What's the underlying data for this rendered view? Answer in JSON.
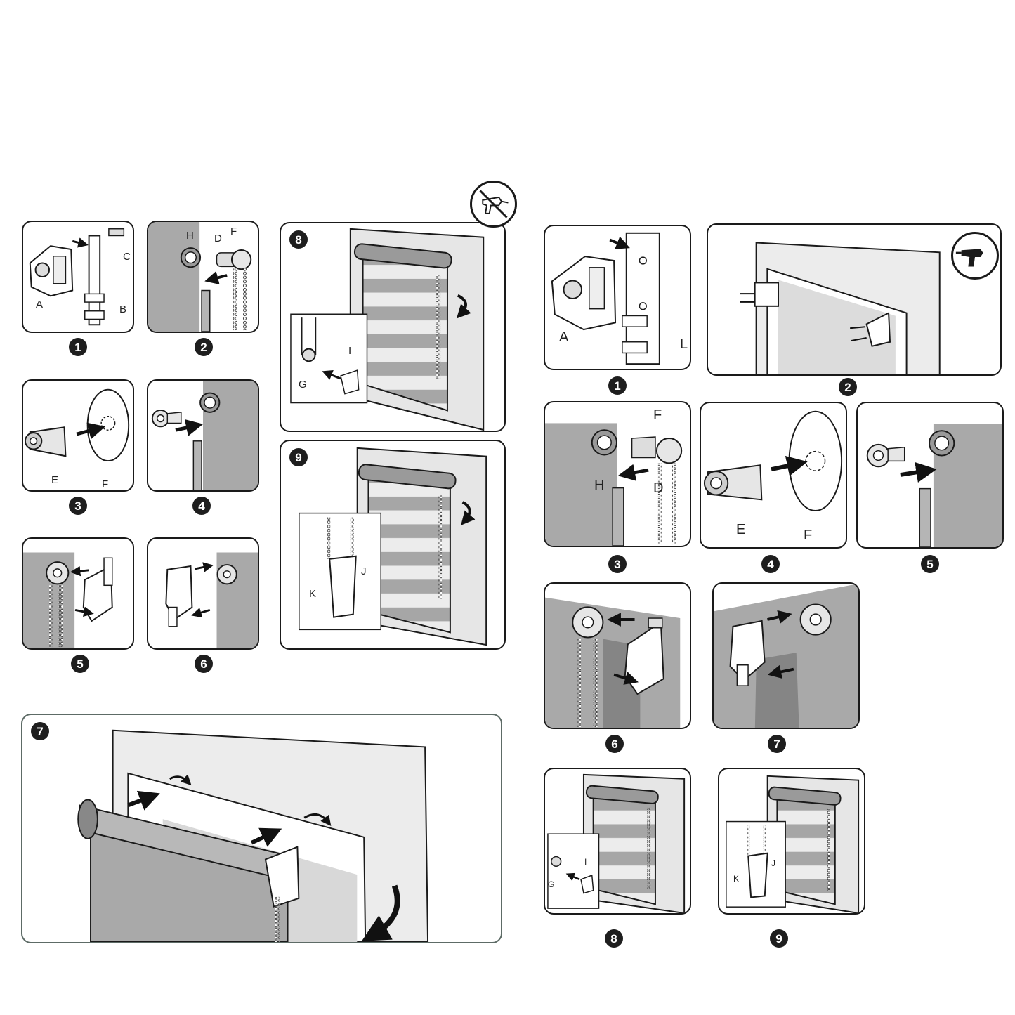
{
  "colors": {
    "outline": "#1a1a1a",
    "fabric": "#a9a9a9",
    "fabric_light": "#d4d4d4",
    "frame": "#e6e6e6",
    "badge": "#1e1e1e"
  },
  "left": {
    "steps": [
      "1",
      "2",
      "3",
      "4",
      "5",
      "6",
      "7",
      "8",
      "9"
    ],
    "labels": {
      "p1": [
        "A",
        "B",
        "C"
      ],
      "p2": [
        "H",
        "D",
        "F"
      ],
      "p3": [
        "E",
        "F"
      ],
      "p8": [
        "G",
        "I"
      ],
      "p9": [
        "K",
        "J"
      ]
    },
    "icons": {
      "no_glue": "no-glue-gun-icon"
    }
  },
  "right": {
    "steps": [
      "1",
      "2",
      "3",
      "4",
      "5",
      "6",
      "7",
      "8",
      "9"
    ],
    "labels": {
      "p1": [
        "A",
        "L"
      ],
      "p3": [
        "F",
        "H",
        "D"
      ],
      "p4": [
        "E",
        "F"
      ],
      "p8": [
        "G",
        "I"
      ],
      "p9": [
        "K",
        "J"
      ]
    },
    "icons": {
      "drill": "drill-icon"
    }
  }
}
